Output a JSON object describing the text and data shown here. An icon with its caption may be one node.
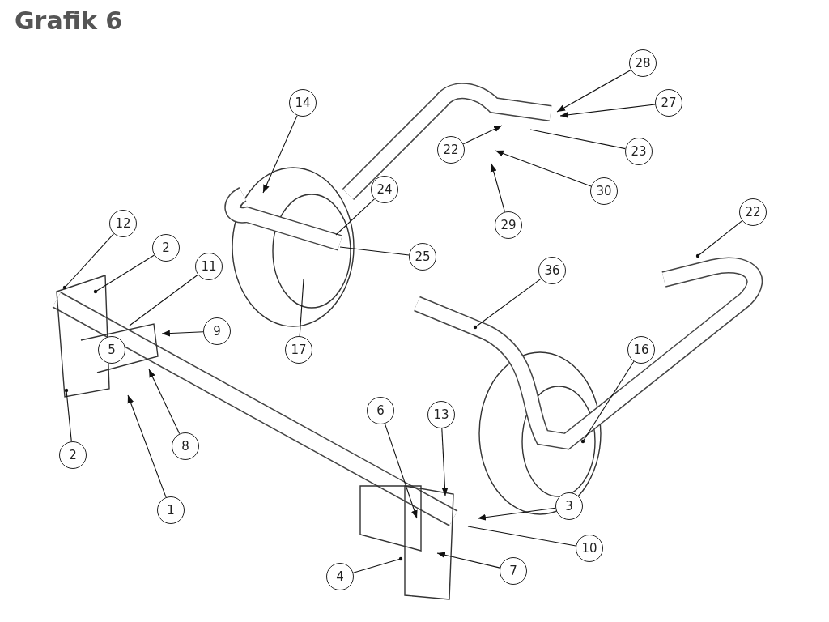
{
  "diagram": {
    "title": "Grafik 6",
    "nodes": [
      {
        "text": [
          "28"
        ]
      },
      {
        "text": [
          "27"
        ]
      },
      {
        "text": [
          "14"
        ]
      },
      {
        "text": [
          "22"
        ]
      },
      {
        "text": [
          "23"
        ]
      },
      {
        "text": [
          "30"
        ]
      },
      {
        "text": [
          "24"
        ]
      },
      {
        "text": [
          "29"
        ]
      },
      {
        "text": [
          "12"
        ]
      },
      {
        "text": [
          "22"
        ]
      },
      {
        "text": [
          "2"
        ]
      },
      {
        "text": [
          "25"
        ]
      },
      {
        "text": [
          "36"
        ]
      },
      {
        "text": [
          "11"
        ]
      },
      {
        "text": [
          "9"
        ]
      },
      {
        "text": [
          "17"
        ]
      },
      {
        "text": [
          "16"
        ]
      },
      {
        "text": [
          "5"
        ]
      },
      {
        "text": [
          "6"
        ]
      },
      {
        "text": [
          "13"
        ]
      },
      {
        "text": [
          "8"
        ]
      },
      {
        "text": [
          "2"
        ]
      },
      {
        "text": [
          "3"
        ]
      },
      {
        "text": [
          "1"
        ]
      },
      {
        "text": [
          "10"
        ]
      },
      {
        "text": [
          "7"
        ]
      },
      {
        "text": [
          "4"
        ]
      }
    ],
    "edges": [
      {
        "from": 0,
        "to": null,
        "arrow": "to"
      },
      {
        "from": 1,
        "to": null,
        "arrow": "to"
      },
      {
        "from": 2,
        "to": null,
        "arrow": "to"
      },
      {
        "from": 3,
        "to": null,
        "arrow": "to"
      },
      {
        "from": 4,
        "to": null,
        "arrow": "none"
      },
      {
        "from": 5,
        "to": null,
        "arrow": "to"
      },
      {
        "from": 6,
        "to": null,
        "arrow": "none"
      },
      {
        "from": 7,
        "to": null,
        "arrow": "to"
      },
      {
        "from": 8,
        "to": null,
        "arrow": "other"
      },
      {
        "from": 9,
        "to": null,
        "arrow": "other"
      },
      {
        "from": 10,
        "to": null,
        "arrow": "other"
      },
      {
        "from": 11,
        "to": null,
        "arrow": "none"
      },
      {
        "from": 12,
        "to": null,
        "arrow": "other"
      },
      {
        "from": 13,
        "to": null,
        "arrow": "none"
      },
      {
        "from": 14,
        "to": null,
        "arrow": "to"
      },
      {
        "from": 15,
        "to": null,
        "arrow": "none"
      },
      {
        "from": 16,
        "to": null,
        "arrow": "other"
      },
      {
        "from": 18,
        "to": null,
        "arrow": "to"
      },
      {
        "from": 19,
        "to": null,
        "arrow": "to"
      },
      {
        "from": 20,
        "to": null,
        "arrow": "to"
      },
      {
        "from": 21,
        "to": null,
        "arrow": "other"
      },
      {
        "from": 22,
        "to": null,
        "arrow": "to"
      },
      {
        "from": 23,
        "to": null,
        "arrow": "to"
      },
      {
        "from": 24,
        "to": null,
        "arrow": "none"
      },
      {
        "from": 25,
        "to": null,
        "arrow": "to"
      },
      {
        "from": 26,
        "to": null,
        "arrow": "other"
      }
    ]
  }
}
